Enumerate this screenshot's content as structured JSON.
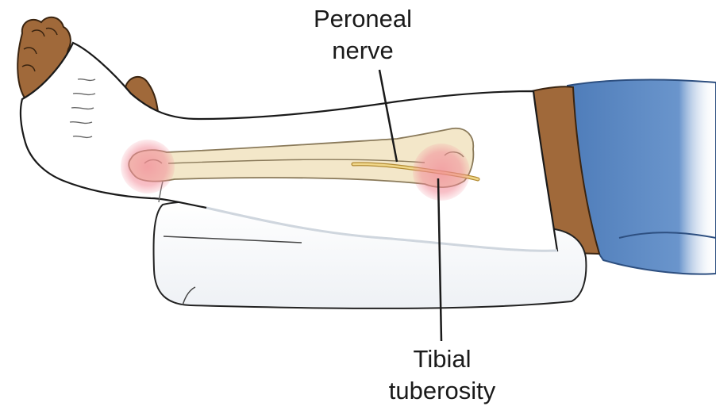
{
  "labels": {
    "peroneal_nerve": [
      "Peroneal",
      "nerve"
    ],
    "tibial_tuberosity": [
      "Tibial",
      "tuberosity"
    ]
  },
  "colors": {
    "skin": "#a0693a",
    "skin_shadow": "#7a4a22",
    "cast_white": "#ffffff",
    "cast_shade": "#eef1f5",
    "bone": "#f3e7c9",
    "bone_outline": "#8a7a5a",
    "nerve": "#d8b35a",
    "highlight_pink": "#f28b98",
    "gown_blue": "#5a86c0",
    "gown_shade": "#3f6aa3",
    "leader_line": "#1a1a1a"
  },
  "icons": {
    "pressure_point": "pressure-point-circle",
    "pillow": "pillow-shape"
  }
}
